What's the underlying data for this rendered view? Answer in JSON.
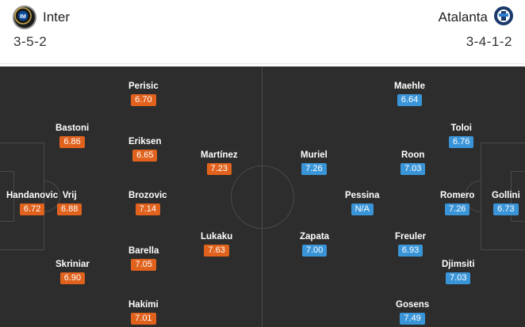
{
  "colors": {
    "home_rating": "#e0621d",
    "away_rating": "#3a95d8",
    "pitch": "#2d2d2d"
  },
  "home": {
    "name": "Inter",
    "formation": "3-5-2",
    "crest_icon": "inter-crest-icon",
    "players": [
      {
        "name": "Handanovic",
        "rating": "6.72"
      },
      {
        "name": "Bastoni",
        "rating": "6.86"
      },
      {
        "name": "Vrij",
        "rating": "6.88"
      },
      {
        "name": "Skriniar",
        "rating": "6.90"
      },
      {
        "name": "Perisic",
        "rating": "6.70"
      },
      {
        "name": "Eriksen",
        "rating": "6.65"
      },
      {
        "name": "Brozovic",
        "rating": "7.14"
      },
      {
        "name": "Barella",
        "rating": "7.05"
      },
      {
        "name": "Hakimi",
        "rating": "7.01"
      },
      {
        "name": "Martínez",
        "rating": "7.23"
      },
      {
        "name": "Lukaku",
        "rating": "7.63"
      }
    ]
  },
  "away": {
    "name": "Atalanta",
    "formation": "3-4-1-2",
    "crest_icon": "atalanta-crest-icon",
    "players": [
      {
        "name": "Gollini",
        "rating": "6.73"
      },
      {
        "name": "Toloi",
        "rating": "6.76"
      },
      {
        "name": "Romero",
        "rating": "7.26"
      },
      {
        "name": "Djimsiti",
        "rating": "7.03"
      },
      {
        "name": "Maehle",
        "rating": "6.64"
      },
      {
        "name": "Roon",
        "rating": "7.03"
      },
      {
        "name": "Freuler",
        "rating": "6.93"
      },
      {
        "name": "Gosens",
        "rating": "7.49"
      },
      {
        "name": "Pessina",
        "rating": "N/A"
      },
      {
        "name": "Muriel",
        "rating": "7.26"
      },
      {
        "name": "Zapata",
        "rating": "7.00"
      }
    ]
  }
}
